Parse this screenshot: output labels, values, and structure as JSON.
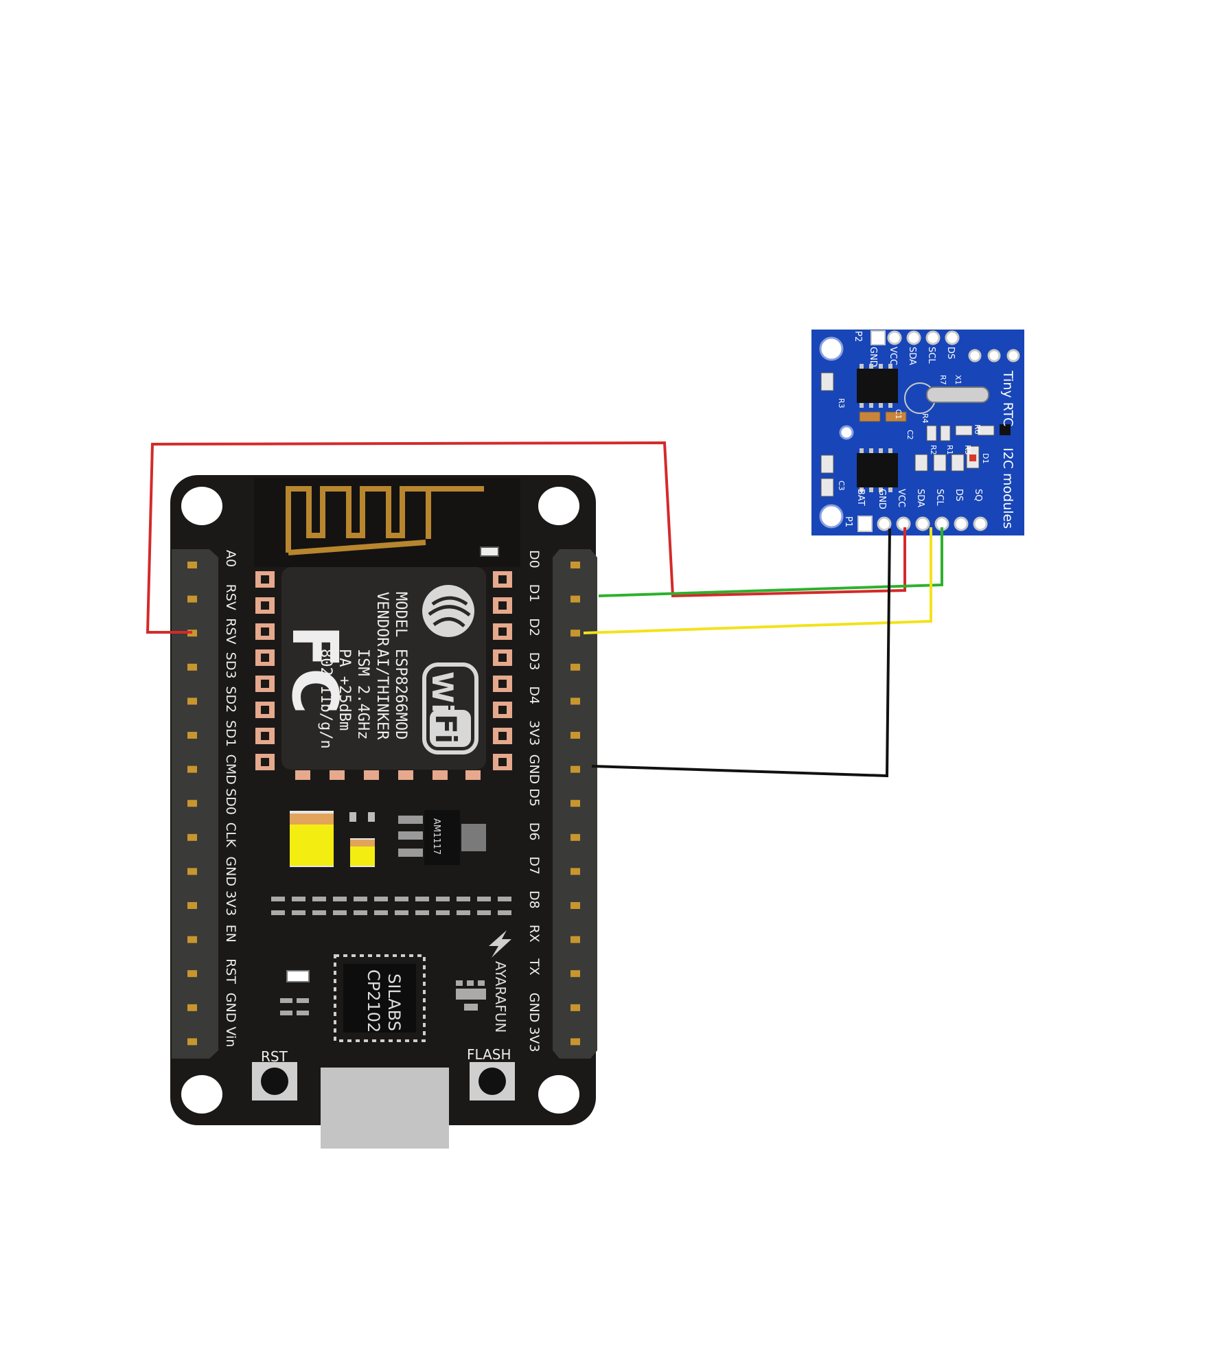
{
  "nodemcu": {
    "left_pins": [
      "A0",
      "RSV",
      "RSV",
      "SD3",
      "SD2",
      "SD1",
      "CMD",
      "SD0",
      "CLK",
      "GND",
      "3V3",
      "EN",
      "RST",
      "GND",
      "Vin"
    ],
    "right_pins": [
      "D0",
      "D1",
      "D2",
      "D3",
      "D4",
      "3V3",
      "GND",
      "D5",
      "D6",
      "D7",
      "D8",
      "RX",
      "TX",
      "GND",
      "3V3"
    ],
    "module_text": [
      "MODEL",
      "VENDOR",
      "ESP8266MOD",
      "AI/THINKER",
      "ISM 2.4GHz",
      "PA +25dBm",
      "802.11b/g/n"
    ],
    "fcc_logo": "FC",
    "wifi_logo": [
      "Wi",
      "Fi"
    ],
    "regulator_label": "AM1117",
    "usb_chip_line1": "SILABS",
    "usb_chip_line2": "CP2102",
    "brand": "AYARAFUN",
    "rst_label": "RST",
    "flash_label": "FLASH"
  },
  "rtc": {
    "title": "Tiny RTC",
    "subtitle": "I2C modules",
    "top_pins": [
      "P2",
      "GND",
      "VCC",
      "SDA",
      "SCL",
      "DS"
    ],
    "bottom_pins": [
      "P1",
      "BAT",
      "GND",
      "VCC",
      "SDA",
      "SCL",
      "DS",
      "SQ"
    ],
    "component_labels": [
      "R7",
      "X1",
      "R3",
      "C1",
      "C2",
      "R4",
      "R2",
      "R1",
      "D1",
      "R5",
      "R6",
      "C3"
    ]
  },
  "wires": [
    {
      "from": "nodemcu.RSV",
      "to": "rtc.VCC",
      "color": "#d42a2a"
    },
    {
      "from": "nodemcu.D1",
      "to": "rtc.SCL",
      "color": "#2db12d"
    },
    {
      "from": "nodemcu.D2",
      "to": "rtc.SDA",
      "color": "#f2e21b"
    },
    {
      "from": "nodemcu.GND",
      "to": "rtc.GND",
      "color": "#111111"
    }
  ],
  "colors": {
    "board": "#1b1917",
    "header": "#3a3a38",
    "pin_gold": "#c8962e",
    "antenna": "#b8862e",
    "pcb_blue": "#1846b8",
    "usb": "#c4c4c4"
  }
}
